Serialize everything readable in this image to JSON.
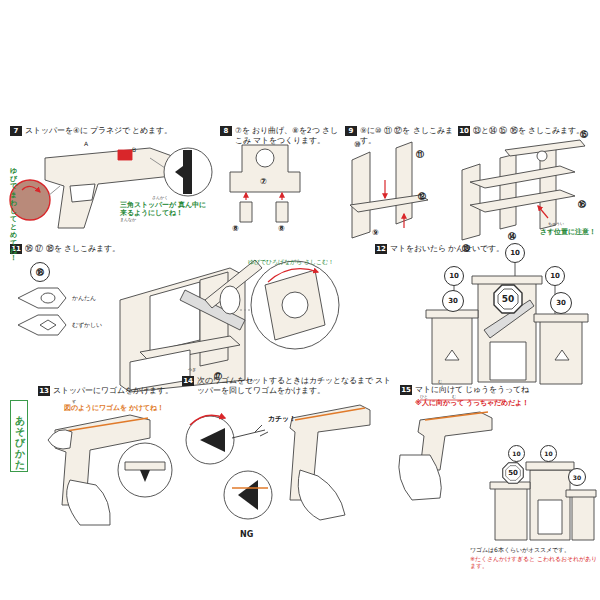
{
  "diagram": {
    "nodes": [
      {
        "text": [
          "7",
          "ストッパーを④に プラネジで とめます。"
        ]
      },
      {
        "text": [
          "8",
          "⑦を おり曲げ、⑧を2つ さしこみ マトをつくります。"
        ]
      },
      {
        "text": [
          "9",
          "⑨に⑩ ⑪ ⑫を さしこみます。"
        ]
      },
      {
        "text": [
          "10",
          "⑬と⑭ ⑮ ⑯を さしこみます。"
        ]
      },
      {
        "text": [
          "11",
          "⑯ ⑰ ⑱を さしこみます。"
        ]
      },
      {
        "text": [
          "⑱"
        ]
      },
      {
        "text": [
          "12",
          "マトをおいたら かんせいです。"
        ]
      },
      {
        "text": [
          "10"
        ]
      },
      {
        "text": [
          "10"
        ]
      },
      {
        "text": [
          "10"
        ]
      },
      {
        "text": [
          "30"
        ]
      },
      {
        "text": [
          "50"
        ]
      },
      {
        "text": [
          "30"
        ]
      },
      {
        "text": [
          "あそびかた"
        ]
      },
      {
        "text": [
          "13",
          "ストッパーにワゴムをかけます。"
        ]
      },
      {
        "text": [
          "14",
          "次のワゴムをセットするときはカチッとなるまで ストッパーを回してワゴムをかけます。"
        ]
      },
      {
        "text": [
          "15",
          "マトに向けて じゅうをうってね"
        ]
      },
      {
        "text": [
          "10"
        ]
      },
      {
        "text": [
          "10"
        ]
      },
      {
        "text": [
          "50"
        ]
      },
      {
        "text": [
          "30"
        ]
      }
    ],
    "labels": [
      "A",
      "B",
      "さんかく",
      "三角ストッパーが 真ん中に来るようにしてね！",
      "まんなか",
      "ゆびでまわしてとめてね！",
      "⑦",
      "⑧",
      "⑧",
      "⑩",
      "⑪",
      "⑫",
      "⑨",
      "⑮",
      "⑬",
      "⑭",
      "⑯",
      "ちゅうい",
      "さす位置に注意！",
      "かんたん",
      "むずかしい",
      "⑰",
      "ゆびでひろげながら さしこむ！",
      "ず",
      "図のようにワゴムを かけてね！",
      "つぎ",
      "まわ",
      "カチッ！",
      "NG",
      "む",
      "ひと",
      "む",
      "※人に向かって うっちゃだめだよ！",
      "ワゴムは6本くらいがオススメです。",
      "※たくさんかけすぎると こわれるおそれがあります。"
    ]
  }
}
